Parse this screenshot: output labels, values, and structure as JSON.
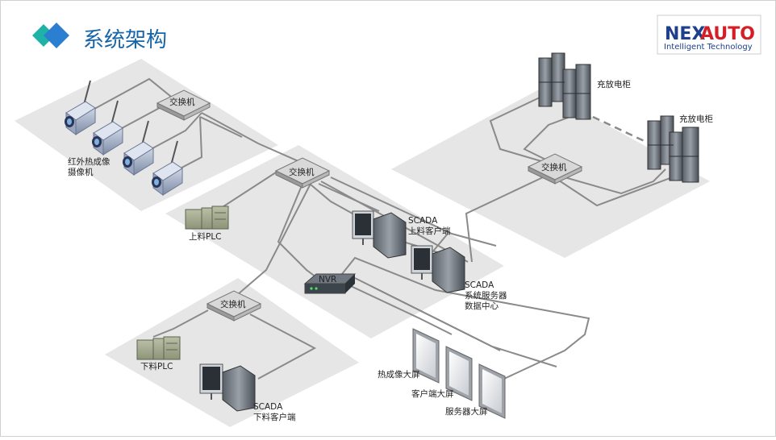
{
  "header": {
    "title": "系统架构",
    "logo_brand_left": "NEX",
    "logo_brand_right": "AUTO",
    "logo_tagline": "Intelligent Technology"
  },
  "labels": {
    "camera_group": [
      "红外热成像",
      "摄像机"
    ],
    "switch_top": "交换机",
    "switch_center": "交换机",
    "switch_bottom": "交换机",
    "switch_right": "交换机",
    "plc_upper": "上料PLC",
    "plc_lower": "下料PLC",
    "nvr": "NVR",
    "scada_upper": [
      "SCADA",
      "上料客户端"
    ],
    "scada_server": [
      "SCADA",
      "系统服务器",
      "数据中心"
    ],
    "scada_lower": [
      "SCADA",
      "下料客户端"
    ],
    "screen_thermal": "热成像大屏",
    "screen_client": "客户端大屏",
    "screen_server": "服务器大屏",
    "cabinet_1": "充放电柜",
    "cabinet_2": "充放电柜"
  },
  "colors": {
    "title": "#1565a8",
    "logo_blue": "#1d3f8c",
    "logo_red": "#d41f26",
    "icon_blue": "#2a7fd0",
    "icon_teal": "#1fb3a8",
    "platform": "#e6e6e6",
    "cable": "#8a8a8a"
  }
}
